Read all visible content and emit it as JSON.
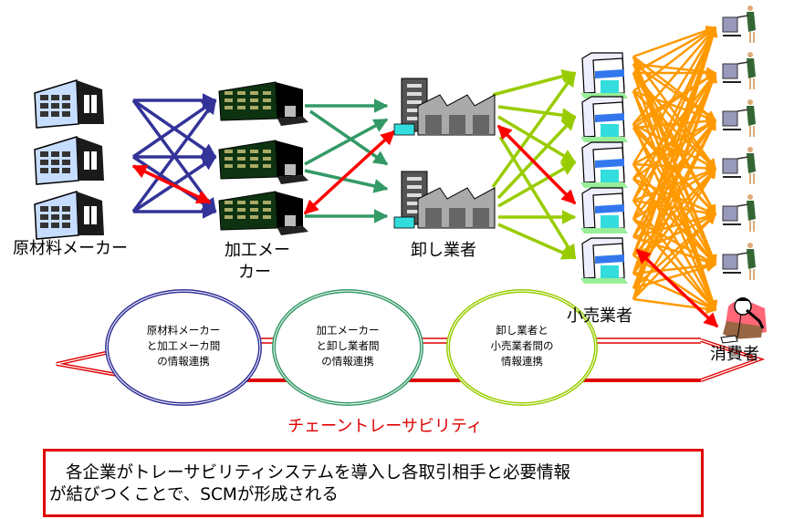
{
  "stages": {
    "raw_material": {
      "label": "原材料メーカー",
      "count": 3
    },
    "processor": {
      "label_line1": "加工メー",
      "label_line2": "カー",
      "count": 3
    },
    "wholesaler": {
      "label": "卸し業者",
      "count": 2
    },
    "retailer": {
      "label": "小売業者",
      "count": 5
    },
    "consumer": {
      "label": "消費者",
      "count": 6
    }
  },
  "links": {
    "raw_to_processor": {
      "color": "#333399",
      "trace_color": "#ff0000"
    },
    "processor_to_wholesaler": {
      "color": "#339966",
      "trace_color": "#ff0000"
    },
    "wholesaler_to_retailer": {
      "color": "#99cc00",
      "trace_color": "#ff0000"
    },
    "retailer_to_consumer": {
      "color": "#ff9900",
      "trace_color": "#ff0000"
    }
  },
  "info_circles": [
    {
      "lines": [
        "原材料メーカー",
        "と加工メーカ間",
        "の情報連携"
      ],
      "color": "#333399"
    },
    {
      "lines": [
        "加工メーカー",
        "と卸し業者間",
        "の情報連携"
      ],
      "color": "#339966"
    },
    {
      "lines": [
        "卸し業者と",
        "小売業者間の",
        "情報連携"
      ],
      "color": "#99cc00"
    }
  ],
  "chain_label": "チェーントレーサビリティ",
  "summary": {
    "line1": "各企業がトレーサビリティシステムを導入し各取引相手と必要情報",
    "line2": "が結びつくことで、SCMが形成される",
    "border_color": "#e00000"
  }
}
